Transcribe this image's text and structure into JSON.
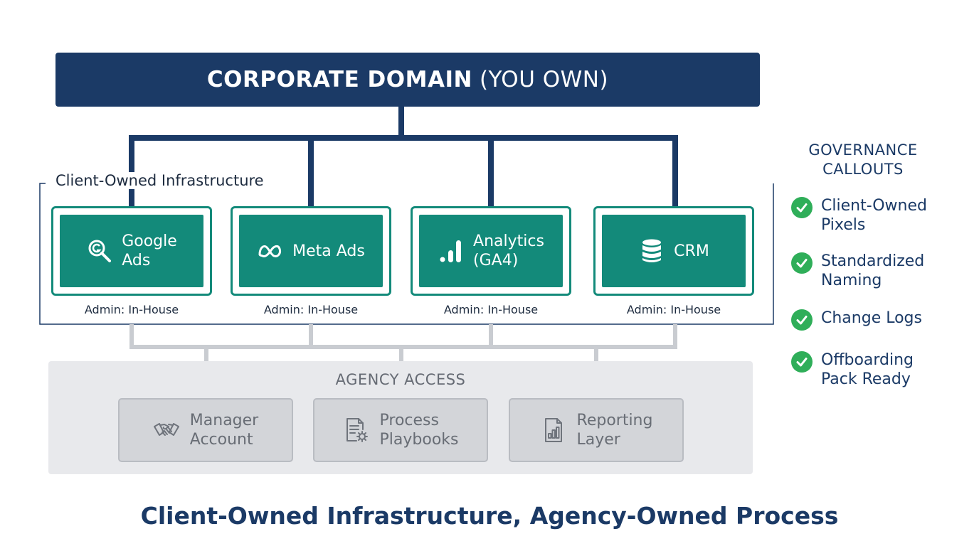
{
  "header": {
    "title_bold": "CORPORATE DOMAIN",
    "title_light": "(YOU OWN)"
  },
  "client_section": {
    "label": "Client-Owned Infrastructure"
  },
  "platforms": [
    {
      "label_line1": "Google",
      "label_line2": "Ads",
      "admin": "Admin: In-House",
      "icon": "google-ads-icon"
    },
    {
      "label_line1": "Meta Ads",
      "label_line2": "",
      "admin": "Admin: In-House",
      "icon": "meta-icon"
    },
    {
      "label_line1": "Analytics",
      "label_line2": "(GA4)",
      "admin": "Admin: In-House",
      "icon": "analytics-bars-icon"
    },
    {
      "label_line1": "CRM",
      "label_line2": "",
      "admin": "Admin: In-House",
      "icon": "database-icon"
    }
  ],
  "agency": {
    "title": "AGENCY ACCESS",
    "items": [
      {
        "label_line1": "Manager",
        "label_line2": "Account",
        "icon": "handshake-icon"
      },
      {
        "label_line1": "Process",
        "label_line2": "Playbooks",
        "icon": "document-gear-icon"
      },
      {
        "label_line1": "Reporting",
        "label_line2": "Layer",
        "icon": "report-chart-icon"
      }
    ]
  },
  "governance": {
    "title_line1": "GOVERNANCE",
    "title_line2": "CALLOUTS",
    "items": [
      {
        "line1": "Client-Owned",
        "line2": "Pixels"
      },
      {
        "line1": "Standardized",
        "line2": "Naming"
      },
      {
        "line1": "Change Logs",
        "line2": ""
      },
      {
        "line1": "Offboarding",
        "line2": "Pack Ready"
      }
    ]
  },
  "footer": {
    "title": "Client-Owned Infrastructure, Agency-Owned Process"
  },
  "colors": {
    "navy": "#1b3a66",
    "teal": "#138a7a",
    "green": "#2fae59",
    "gray_panel": "#e8e9ec"
  }
}
